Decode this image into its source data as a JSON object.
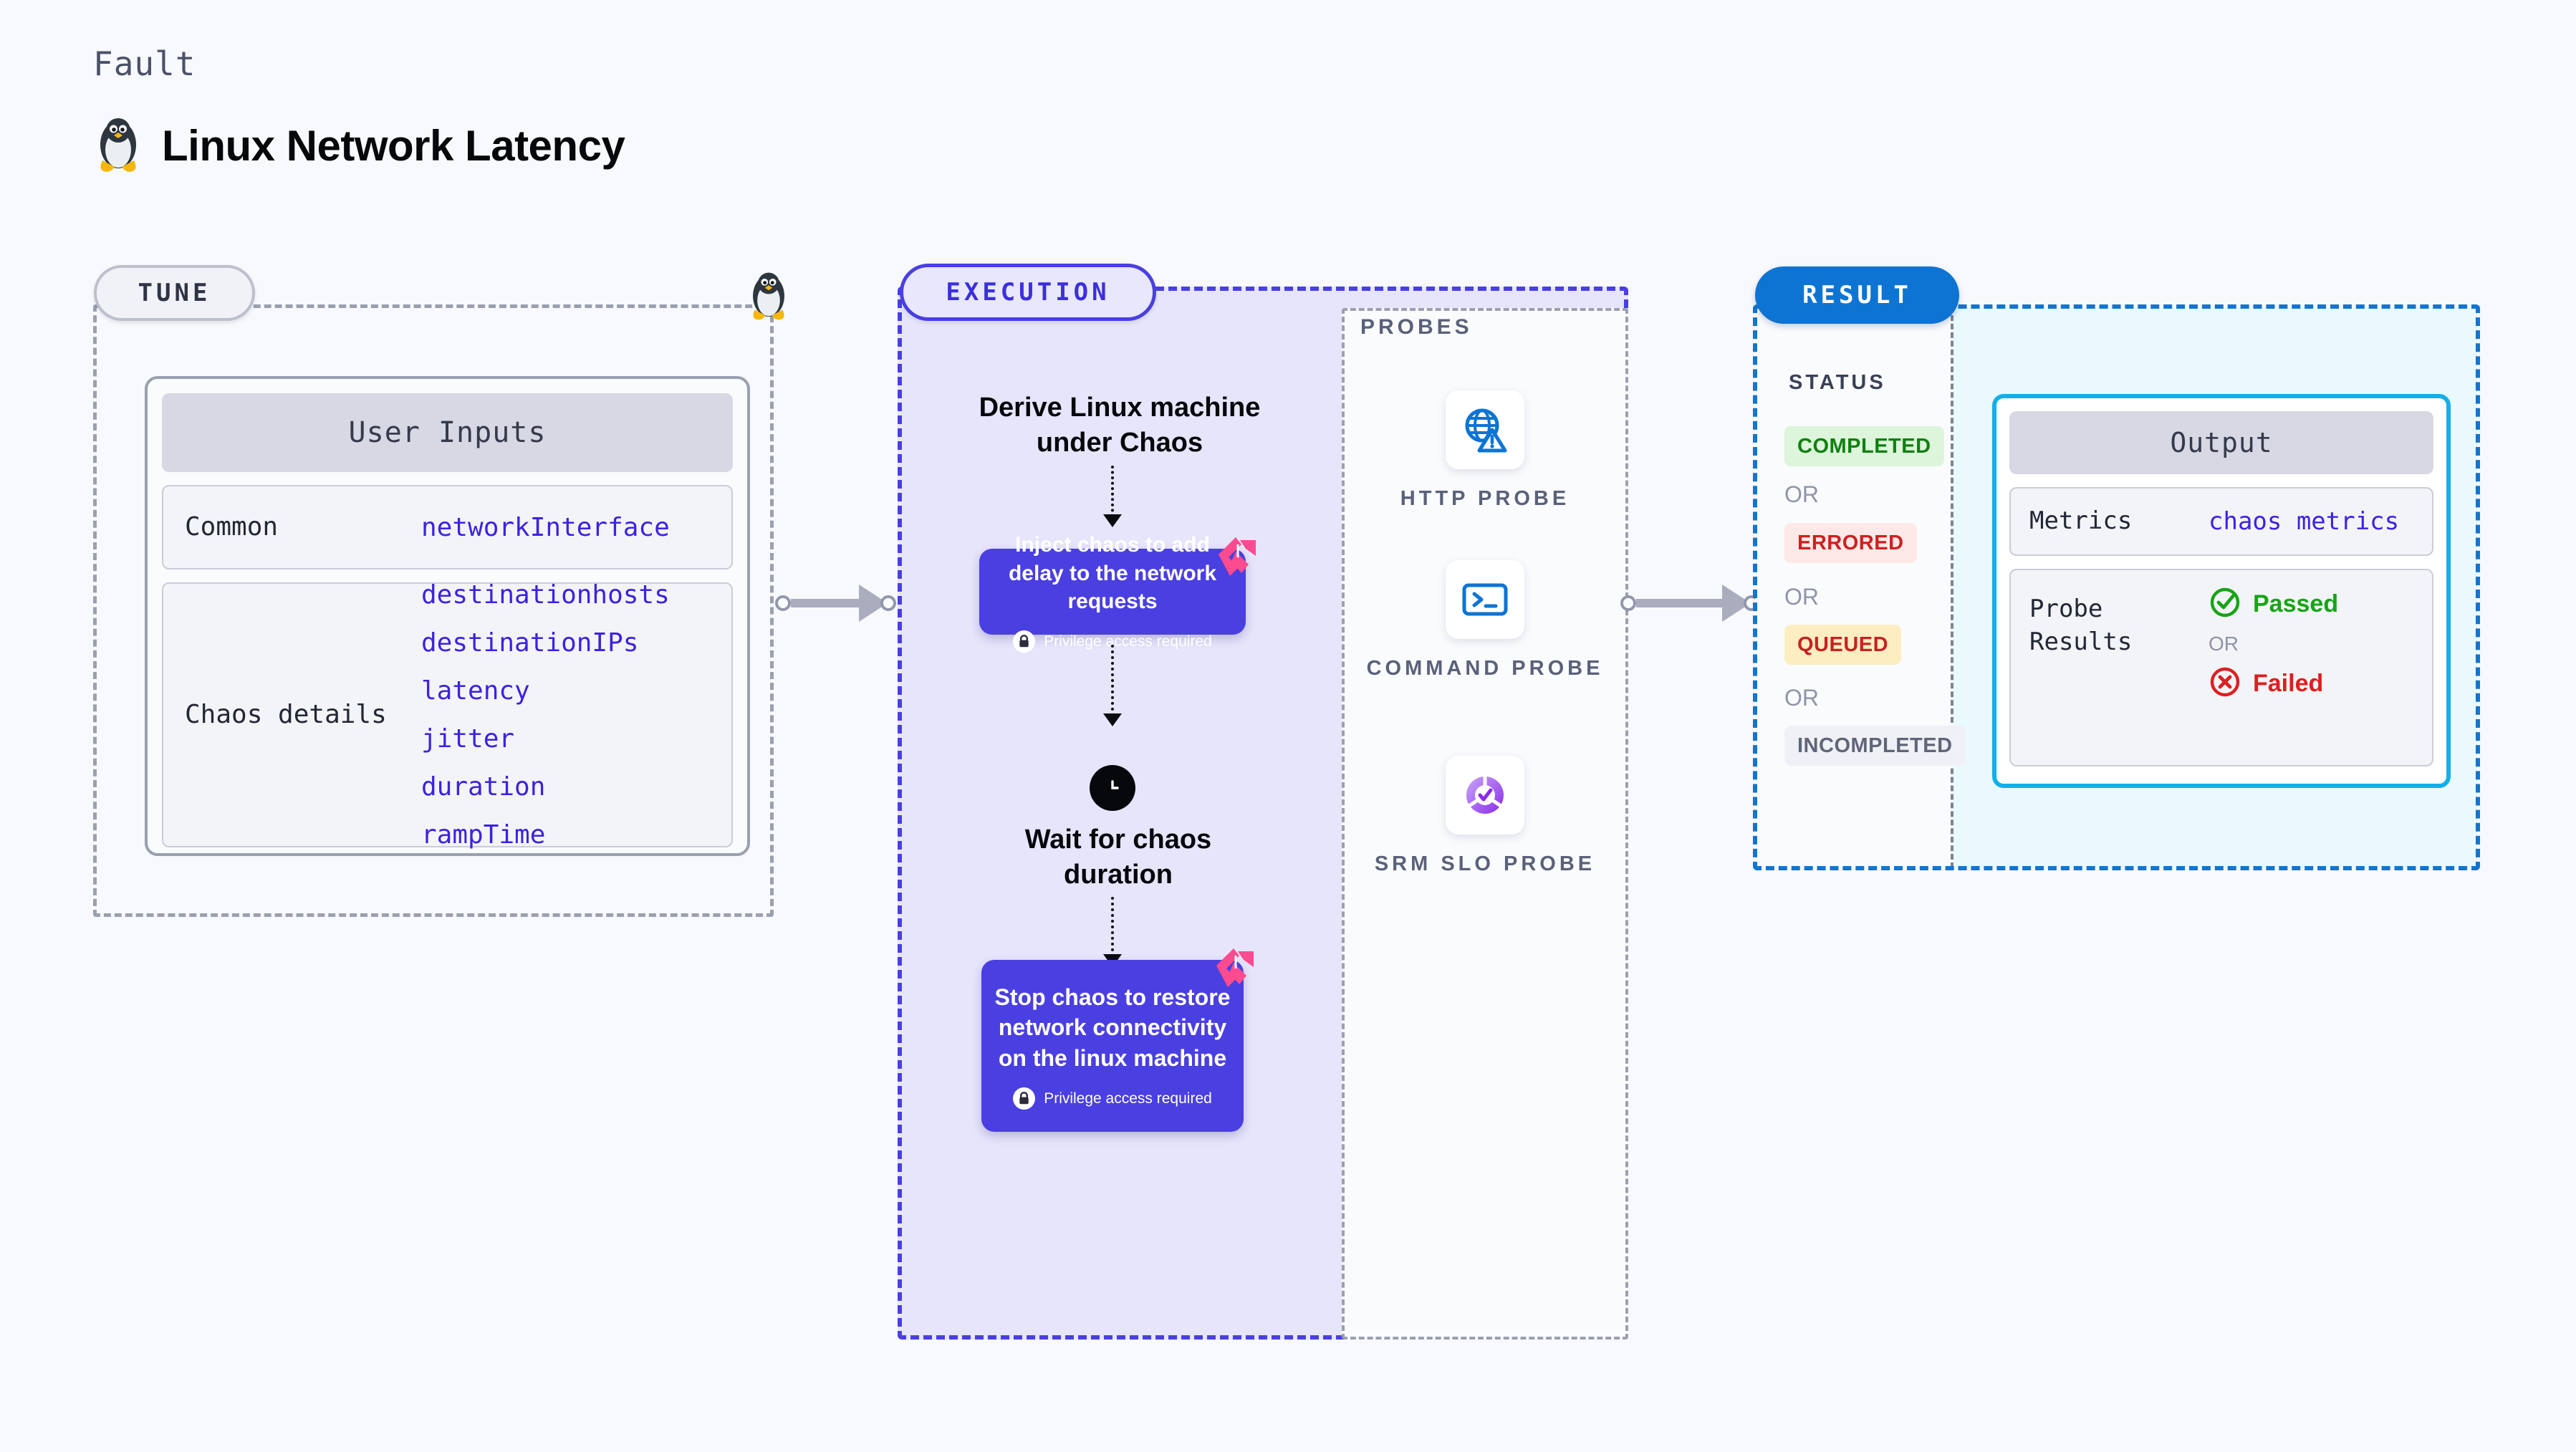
{
  "header": {
    "eyebrow": "Fault",
    "title": "Linux Network Latency",
    "icon": "linux-penguin-icon"
  },
  "tune": {
    "badge": "TUNE",
    "card_title": "User Inputs",
    "rows": [
      {
        "key": "Common",
        "values": [
          "networkInterface"
        ]
      },
      {
        "key": "Chaos details",
        "values": [
          "destinationhosts",
          "destinationIPs",
          "latency",
          "jitter",
          "duration",
          "rampTime"
        ]
      }
    ]
  },
  "execution": {
    "badge": "EXECUTION",
    "steps": [
      {
        "type": "title",
        "text": "Derive Linux machine under Chaos"
      },
      {
        "type": "node",
        "text": "Inject chaos to add delay to the network requests",
        "note": "Privilege access required",
        "badge": "litmus-chaos-icon"
      },
      {
        "type": "wait",
        "text": "Wait for chaos duration",
        "icon": "clock-icon"
      },
      {
        "type": "node",
        "text": "Stop chaos to restore network connectivity on the linux machine",
        "note": "Privilege access required",
        "badge": "litmus-chaos-icon"
      }
    ]
  },
  "probes": {
    "title": "PROBES",
    "items": [
      {
        "label": "HTTP PROBE",
        "icon": "globe-warning-icon"
      },
      {
        "label": "COMMAND PROBE",
        "icon": "terminal-icon"
      },
      {
        "label": "SRM SLO PROBE",
        "icon": "slo-donut-check-icon"
      }
    ]
  },
  "result": {
    "badge": "RESULT",
    "status_title": "STATUS",
    "or_label": "OR",
    "statuses": [
      {
        "label": "COMPLETED",
        "bg": "#ddf5db",
        "fg": "#108010"
      },
      {
        "label": "ERRORED",
        "bg": "#fde9e7",
        "fg": "#cc2121"
      },
      {
        "label": "QUEUED",
        "bg": "#fdeec2",
        "fg": "#c62222"
      },
      {
        "label": "INCOMPLETED",
        "bg": "#f0f1f6",
        "fg": "#5f6679"
      }
    ],
    "output": {
      "title": "Output",
      "metrics_key": "Metrics",
      "metrics_value": "chaos metrics",
      "probe_key": "Probe Results",
      "passed": "Passed",
      "failed": "Failed",
      "or_label": "OR"
    }
  },
  "colors": {
    "canvas": "#f8f9fc",
    "execution_accent": "#4a3fe0",
    "execution_fill": "#e6e5fb",
    "result_accent": "#1275d0",
    "result_fill": "#e9f9fe",
    "output_border": "#12b0e8",
    "param_text": "#3b23e0",
    "tune_border": "#9aa0b0",
    "pass_green": "#17a417",
    "fail_red": "#dd1f1f"
  }
}
